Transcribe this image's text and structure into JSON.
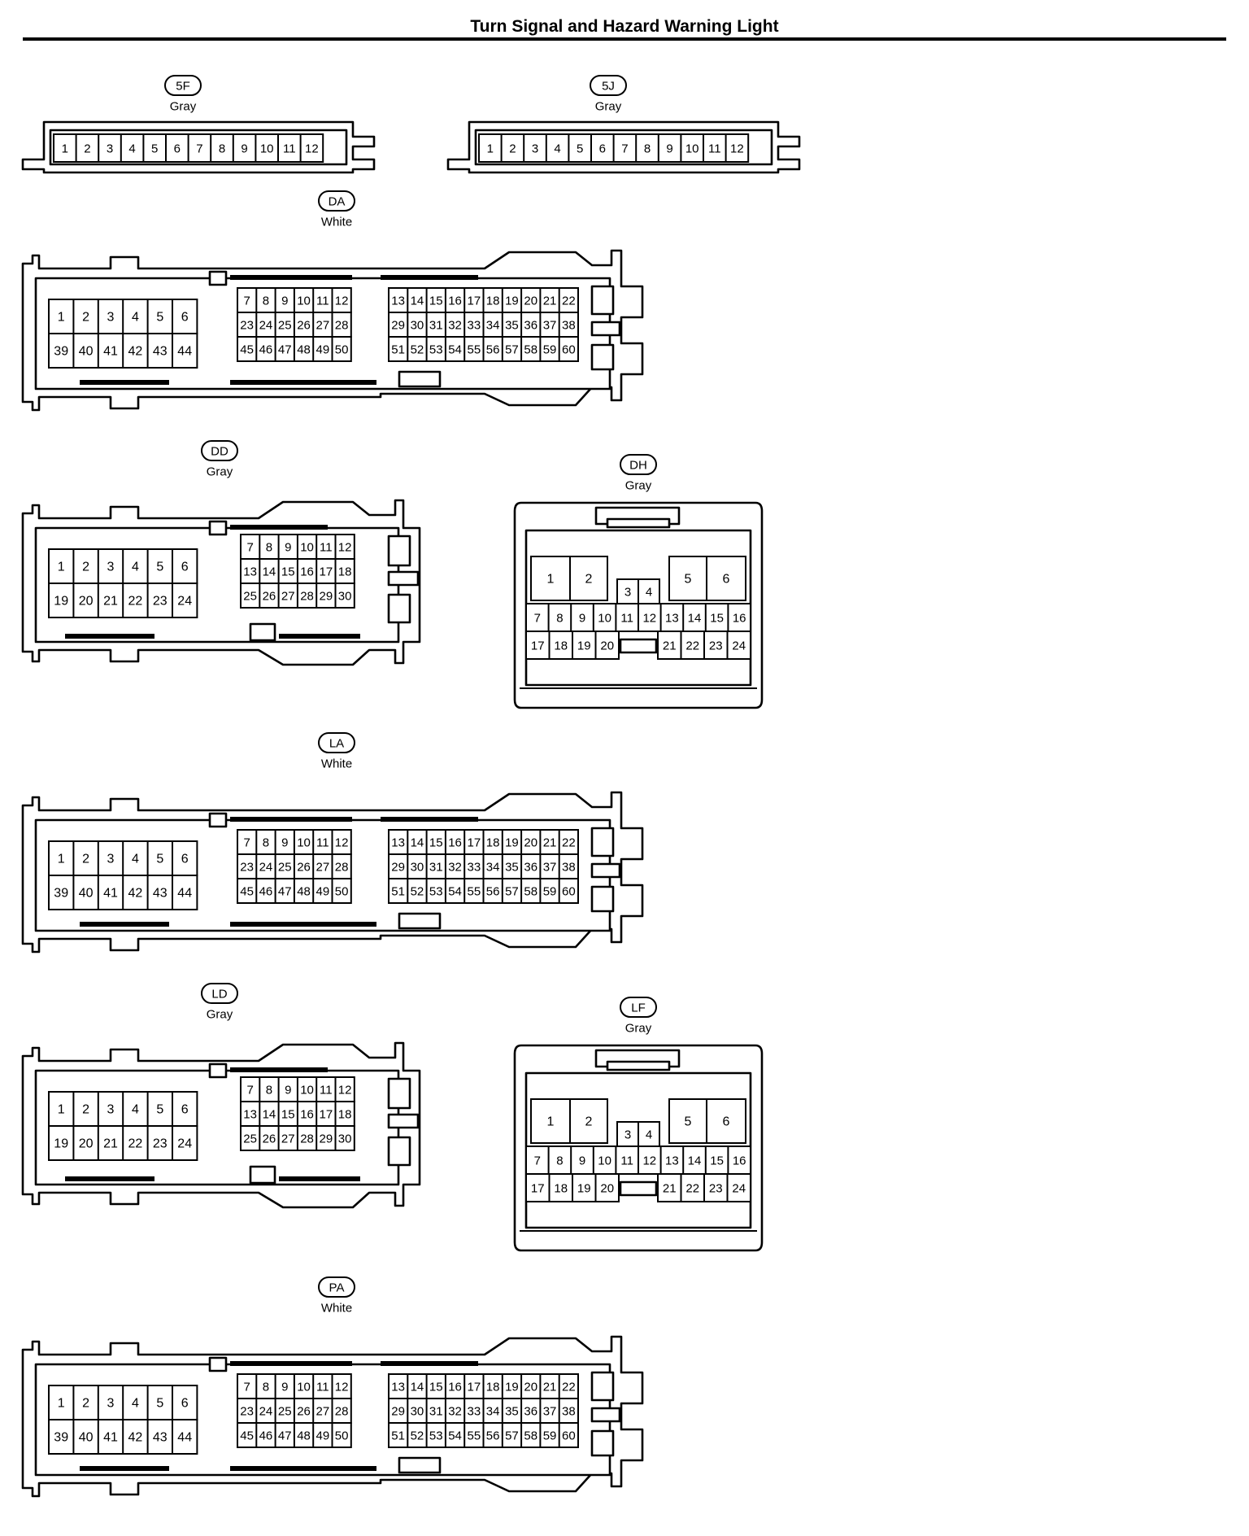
{
  "page": {
    "title": "Turn Signal and Hazard Warning Light"
  },
  "connectors": [
    {
      "id": "5F",
      "color": "Gray",
      "style": "strip",
      "rows": [
        [
          "1",
          "2",
          "3",
          "4",
          "5",
          "6",
          "7",
          "8",
          "9",
          "10",
          "11",
          "12"
        ]
      ]
    },
    {
      "id": "5J",
      "color": "Gray",
      "style": "strip",
      "rows": [
        [
          "1",
          "2",
          "3",
          "4",
          "5",
          "6",
          "7",
          "8",
          "9",
          "10",
          "11",
          "12"
        ]
      ]
    },
    {
      "id": "DA",
      "color": "White",
      "style": "ecu60",
      "left": [
        [
          "1",
          "2",
          "3",
          "4",
          "5",
          "6"
        ],
        [
          "39",
          "40",
          "41",
          "42",
          "43",
          "44"
        ]
      ],
      "mid": [
        [
          "7",
          "8",
          "9",
          "10",
          "11",
          "12"
        ],
        [
          "23",
          "24",
          "25",
          "26",
          "27",
          "28"
        ],
        [
          "45",
          "46",
          "47",
          "48",
          "49",
          "50"
        ]
      ],
      "right": [
        [
          "13",
          "14",
          "15",
          "16",
          "17",
          "18",
          "19",
          "20",
          "21",
          "22"
        ],
        [
          "29",
          "30",
          "31",
          "32",
          "33",
          "34",
          "35",
          "36",
          "37",
          "38"
        ],
        [
          "51",
          "52",
          "53",
          "54",
          "55",
          "56",
          "57",
          "58",
          "59",
          "60"
        ]
      ]
    },
    {
      "id": "DD",
      "color": "Gray",
      "style": "ecu30",
      "left": [
        [
          "1",
          "2",
          "3",
          "4",
          "5",
          "6"
        ],
        [
          "19",
          "20",
          "21",
          "22",
          "23",
          "24"
        ]
      ],
      "mid": [
        [
          "7",
          "8",
          "9",
          "10",
          "11",
          "12"
        ],
        [
          "13",
          "14",
          "15",
          "16",
          "17",
          "18"
        ],
        [
          "25",
          "26",
          "27",
          "28",
          "29",
          "30"
        ]
      ]
    },
    {
      "id": "DH",
      "color": "Gray",
      "style": "block24",
      "big": [
        "1",
        "2",
        "5",
        "6"
      ],
      "small": [
        "3",
        "4"
      ],
      "row1": [
        "7",
        "8",
        "9",
        "10",
        "11",
        "12",
        "13",
        "14",
        "15",
        "16"
      ],
      "row2": [
        "17",
        "18",
        "19",
        "20",
        "21",
        "22",
        "23",
        "24"
      ]
    },
    {
      "id": "LA",
      "color": "White",
      "style": "ecu60",
      "left": [
        [
          "1",
          "2",
          "3",
          "4",
          "5",
          "6"
        ],
        [
          "39",
          "40",
          "41",
          "42",
          "43",
          "44"
        ]
      ],
      "mid": [
        [
          "7",
          "8",
          "9",
          "10",
          "11",
          "12"
        ],
        [
          "23",
          "24",
          "25",
          "26",
          "27",
          "28"
        ],
        [
          "45",
          "46",
          "47",
          "48",
          "49",
          "50"
        ]
      ],
      "right": [
        [
          "13",
          "14",
          "15",
          "16",
          "17",
          "18",
          "19",
          "20",
          "21",
          "22"
        ],
        [
          "29",
          "30",
          "31",
          "32",
          "33",
          "34",
          "35",
          "36",
          "37",
          "38"
        ],
        [
          "51",
          "52",
          "53",
          "54",
          "55",
          "56",
          "57",
          "58",
          "59",
          "60"
        ]
      ]
    },
    {
      "id": "LD",
      "color": "Gray",
      "style": "ecu30",
      "left": [
        [
          "1",
          "2",
          "3",
          "4",
          "5",
          "6"
        ],
        [
          "19",
          "20",
          "21",
          "22",
          "23",
          "24"
        ]
      ],
      "mid": [
        [
          "7",
          "8",
          "9",
          "10",
          "11",
          "12"
        ],
        [
          "13",
          "14",
          "15",
          "16",
          "17",
          "18"
        ],
        [
          "25",
          "26",
          "27",
          "28",
          "29",
          "30"
        ]
      ]
    },
    {
      "id": "LF",
      "color": "Gray",
      "style": "block24",
      "big": [
        "1",
        "2",
        "5",
        "6"
      ],
      "small": [
        "3",
        "4"
      ],
      "row1": [
        "7",
        "8",
        "9",
        "10",
        "11",
        "12",
        "13",
        "14",
        "15",
        "16"
      ],
      "row2": [
        "17",
        "18",
        "19",
        "20",
        "21",
        "22",
        "23",
        "24"
      ]
    },
    {
      "id": "PA",
      "color": "White",
      "style": "ecu60",
      "left": [
        [
          "1",
          "2",
          "3",
          "4",
          "5",
          "6"
        ],
        [
          "39",
          "40",
          "41",
          "42",
          "43",
          "44"
        ]
      ],
      "mid": [
        [
          "7",
          "8",
          "9",
          "10",
          "11",
          "12"
        ],
        [
          "23",
          "24",
          "25",
          "26",
          "27",
          "28"
        ],
        [
          "45",
          "46",
          "47",
          "48",
          "49",
          "50"
        ]
      ],
      "right": [
        [
          "13",
          "14",
          "15",
          "16",
          "17",
          "18",
          "19",
          "20",
          "21",
          "22"
        ],
        [
          "29",
          "30",
          "31",
          "32",
          "33",
          "34",
          "35",
          "36",
          "37",
          "38"
        ],
        [
          "51",
          "52",
          "53",
          "54",
          "55",
          "56",
          "57",
          "58",
          "59",
          "60"
        ]
      ]
    }
  ]
}
